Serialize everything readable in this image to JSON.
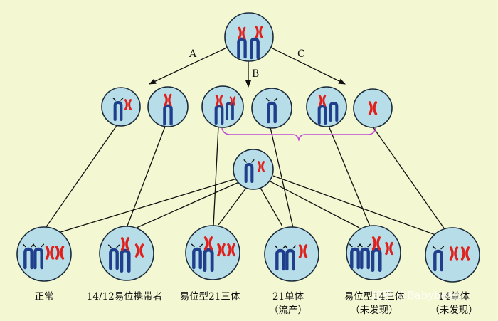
{
  "colors": {
    "background": "#f3f8d2",
    "cell_fill": "#b7dde8",
    "cell_stroke": "#1b2a3a",
    "chromosome_blue": "#1f3f8c",
    "chromosome_red": "#e0201c",
    "line": "#111111",
    "bracket": "#c04ad4"
  },
  "pathways": [
    {
      "label": "A"
    },
    {
      "label": "B"
    },
    {
      "label": "C"
    }
  ],
  "offspring": [
    {
      "line1": "正常",
      "line2": ""
    },
    {
      "line1": "14/12易位携带者",
      "line2": ""
    },
    {
      "line1": "易位型21三体",
      "line2": ""
    },
    {
      "line1": "21单体",
      "line2": "（流产）"
    },
    {
      "line1": "易位型14三体",
      "line2": "（未发现）"
    },
    {
      "line1": "14单体",
      "line2": "（未发现）"
    }
  ],
  "watermark": "知乎 @Babybean"
}
